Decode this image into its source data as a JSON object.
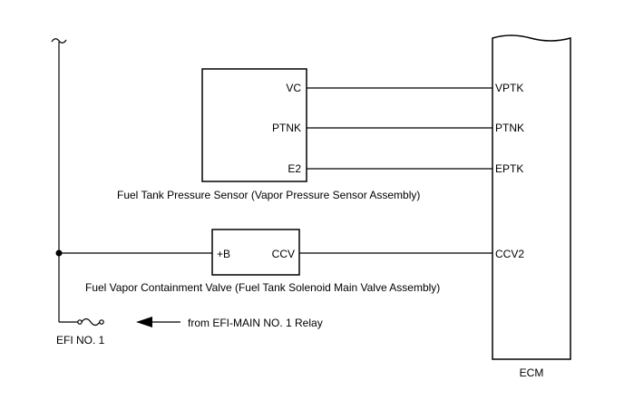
{
  "sensor": {
    "pins": {
      "vc": "VC",
      "ptnk": "PTNK",
      "e2": "E2"
    },
    "caption": "Fuel Tank Pressure Sensor (Vapor Pressure Sensor Assembly)"
  },
  "valve": {
    "pins": {
      "b": "+B",
      "ccv": "CCV"
    },
    "caption": "Fuel Vapor Containment Valve (Fuel Tank Solenoid Main Valve Assembly)"
  },
  "ecm": {
    "label": "ECM",
    "pins": {
      "vptk": "VPTK",
      "ptnk": "PTNK",
      "eptk": "EPTK",
      "ccv2": "CCV2"
    }
  },
  "fuse": {
    "label": "EFI NO. 1"
  },
  "source": {
    "label": "from EFI-MAIN NO. 1 Relay"
  }
}
